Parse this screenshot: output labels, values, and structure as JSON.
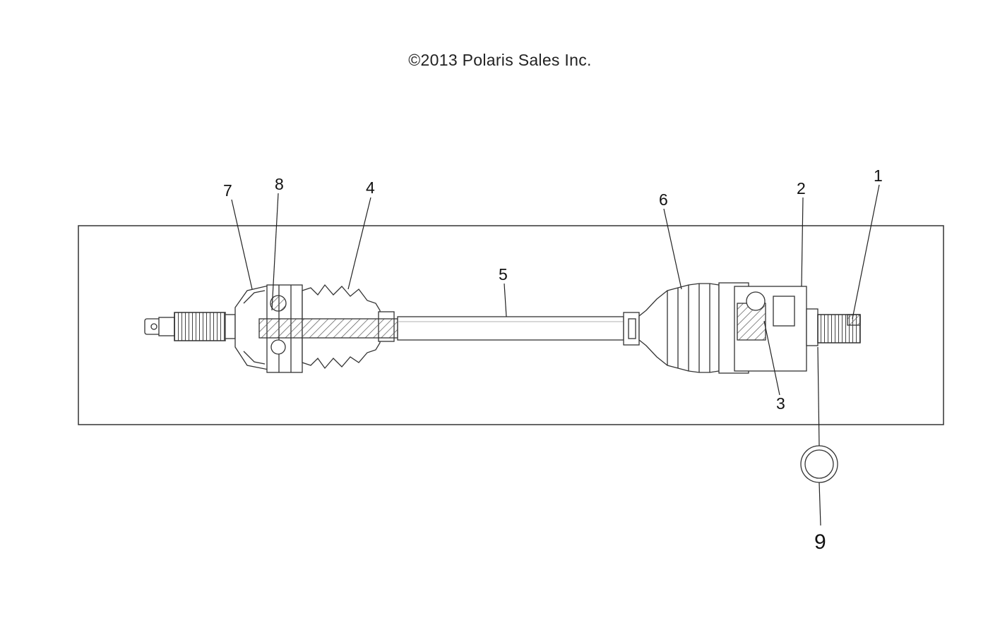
{
  "copyright": "©2013 Polaris Sales Inc.",
  "callouts": [
    {
      "id": "1",
      "label": "1"
    },
    {
      "id": "2",
      "label": "2"
    },
    {
      "id": "3",
      "label": "3"
    },
    {
      "id": "4",
      "label": "4"
    },
    {
      "id": "5",
      "label": "5"
    },
    {
      "id": "6",
      "label": "6"
    },
    {
      "id": "7",
      "label": "7"
    },
    {
      "id": "8",
      "label": "8"
    },
    {
      "id": "9",
      "label": "9"
    }
  ],
  "colors": {
    "line": "#333333",
    "hatch": "#555555",
    "background": "#ffffff"
  }
}
